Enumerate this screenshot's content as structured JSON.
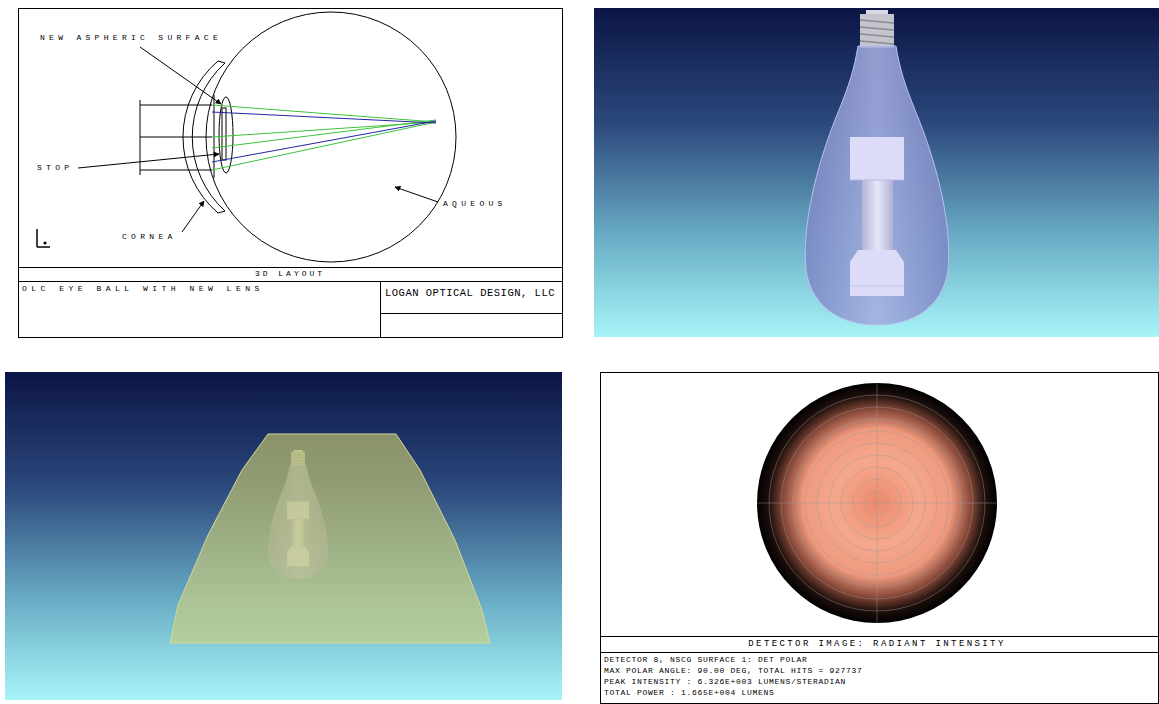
{
  "diagram": {
    "labels": [
      "NEW ASPHERIC SURFACE",
      "STOP",
      "CORNEA",
      "AQUEOUS",
      "3D LAYOUT",
      "OLC EYE BALL WITH NEW LENS",
      "LOGAN OPTICAL DESIGN, LLC",
      "DETECTOR IMAGE: RADIANT INTENSITY",
      "DETECTOR 8, NSCG SURFACE 1: DET POLAR",
      "MAX POLAR ANGLE: 90.00 DEG, TOTAL HITS = 927737",
      "PEAK INTENSITY : 6.326E+003 LUMENS/STERADIAN",
      "TOTAL POWER : 1.665E+004 LUMENS"
    ]
  }
}
